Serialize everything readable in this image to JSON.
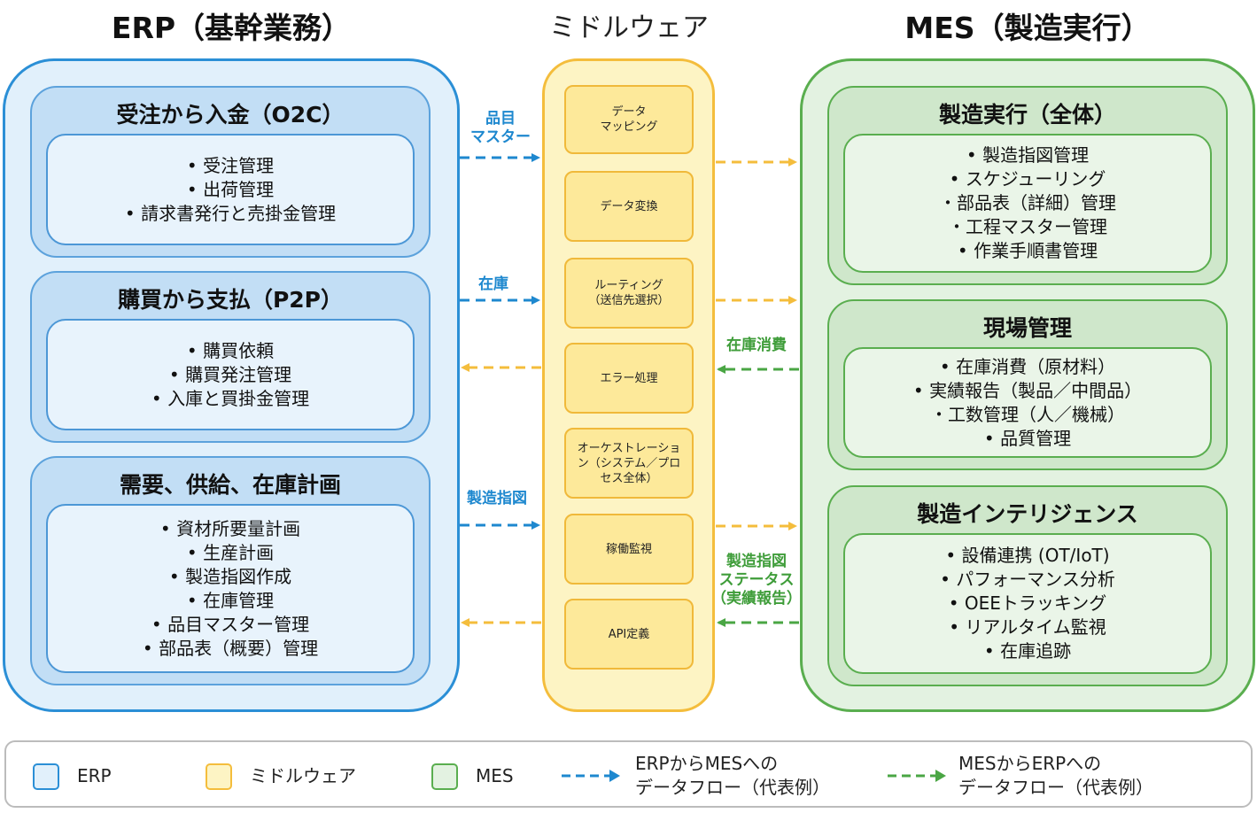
{
  "titles": {
    "erp": "ERP（基幹業務）",
    "middleware": "ミドルウェア",
    "mes": "MES（製造実行）"
  },
  "erp_sections": [
    {
      "title": "受注から入金（O2C）",
      "items": [
        "• 受注管理",
        "• 出荷管理",
        "• 請求書発行と売掛金管理"
      ]
    },
    {
      "title": "購買から支払（P2P）",
      "items": [
        "• 購買依頼",
        "• 購買発注管理",
        "• 入庫と買掛金管理"
      ]
    },
    {
      "title": "需要、供給、在庫計画",
      "items": [
        "• 資材所要量計画",
        "• 生産計画",
        "• 製造指図作成",
        "• 在庫管理",
        "• 品目マスター管理",
        "• 部品表（概要）管理"
      ]
    }
  ],
  "middleware_steps": [
    {
      "line1": "データ",
      "line2": "マッピング"
    },
    {
      "line1": "データ変換",
      "line2": ""
    },
    {
      "line1": "ルーティング",
      "line2": "（送信先選択）"
    },
    {
      "line1": "エラー処理",
      "line2": ""
    },
    {
      "line1": "オーケストレーショ",
      "line2": "ン（システム／プロ",
      "line3": "セス全体）"
    },
    {
      "line1": "稼働監視",
      "line2": ""
    },
    {
      "line1": "API定義",
      "line2": ""
    }
  ],
  "mes_sections": [
    {
      "title": "製造実行（全体）",
      "items": [
        "• 製造指図管理",
        "• スケジューリング",
        "・部品表（詳細）管理",
        "・工程マスター管理",
        "• 作業手順書管理"
      ]
    },
    {
      "title": "現場管理",
      "items": [
        "• 在庫消費（原材料）",
        "• 実績報告（製品／中間品）",
        "・工数管理（人／機械）",
        "• 品質管理"
      ]
    },
    {
      "title": "製造インテリジェンス",
      "items": [
        "• 設備連携 (OT/IoT)",
        "• パフォーマンス分析",
        "• OEEトラッキング",
        "• リアルタイム監視",
        "• 在庫追跡"
      ]
    }
  ],
  "flow_labels": {
    "item_master_l1": "品目",
    "item_master_l2": "マスター",
    "inventory": "在庫",
    "production_order": "製造指図",
    "inventory_consumption": "在庫消費",
    "order_status_l1": "製造指図",
    "order_status_l2": "ステータス",
    "order_status_l3": "（実績報告）"
  },
  "legend": {
    "erp": "ERP",
    "middleware": "ミドルウェア",
    "mes": "MES",
    "erp_to_mes_l1": "ERPからMESへの",
    "erp_to_mes_l2": "データフロー（代表例）",
    "mes_to_erp_l1": "MESからERPへの",
    "mes_to_erp_l2": "データフロー（代表例）"
  },
  "colors": {
    "erp_border": "#2b8fd6",
    "erp_fill": "#e1f0fb",
    "middleware_border": "#f4bd3c",
    "middleware_fill": "#fdf4c4",
    "mes_border": "#5aae4f",
    "mes_fill": "#e3f2e1",
    "blue_arrow": "#1e88cf",
    "yellow_arrow": "#f4bd3c",
    "green_arrow": "#4aa644"
  }
}
